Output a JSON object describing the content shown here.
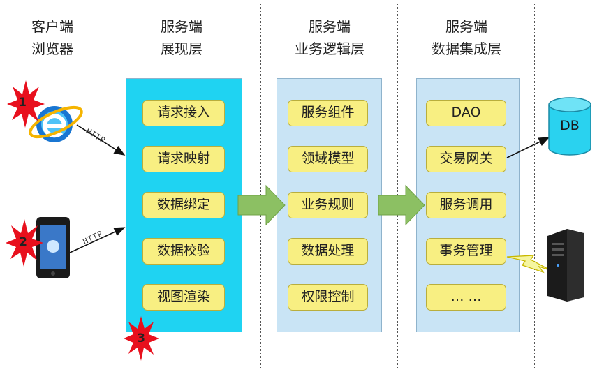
{
  "columns": {
    "client": {
      "line1": "客户端",
      "line2": "浏览器"
    },
    "presentation": {
      "line1": "服务端",
      "line2": "展现层"
    },
    "business": {
      "line1": "服务端",
      "line2": "业务逻辑层"
    },
    "integration": {
      "line1": "服务端",
      "line2": "数据集成层"
    }
  },
  "presentation_items": [
    "请求接入",
    "请求映射",
    "数据绑定",
    "数据校验",
    "视图渲染"
  ],
  "business_items": [
    "服务组件",
    "领域模型",
    "业务规则",
    "数据处理",
    "权限控制"
  ],
  "integration_items": [
    "DAO",
    "交易网关",
    "服务调用",
    "事务管理",
    "… …"
  ],
  "protocols": {
    "browser": "HTTP",
    "mobile": "HTTP"
  },
  "external": {
    "database": "DB"
  },
  "badges": [
    "1",
    "2",
    "3"
  ],
  "icons": [
    "ie-browser-icon",
    "smartphone-icon",
    "database-icon",
    "server-tower-icon",
    "lightning-bolt-icon"
  ],
  "colors": {
    "presentation_bg": "#1fd3f2",
    "layer_bg": "#c9e4f5",
    "box_fill": "#f8ef82",
    "arrow_green": "#8cc063",
    "badge_red": "#e8101d"
  }
}
